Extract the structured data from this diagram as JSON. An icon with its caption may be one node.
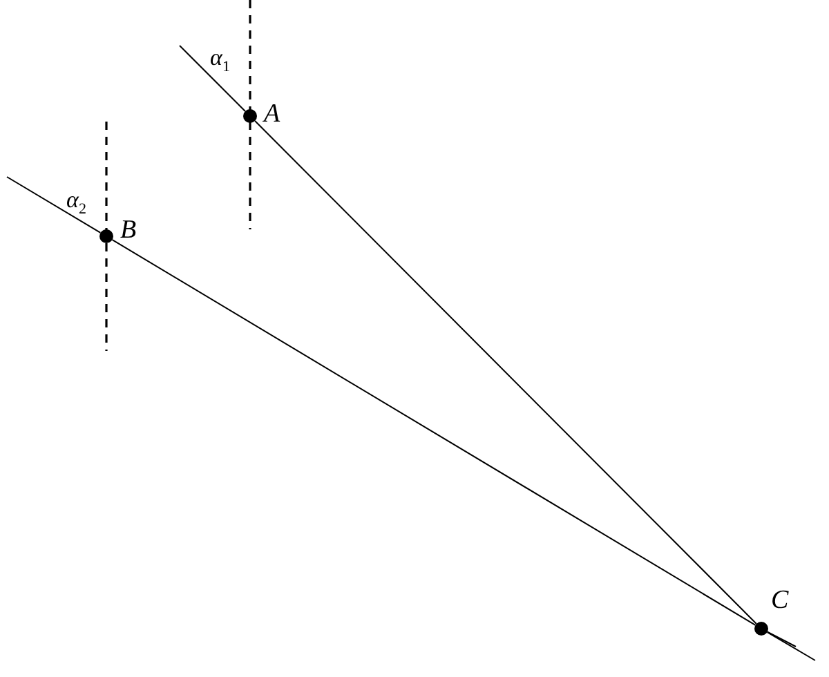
{
  "diagram": {
    "nodes": [
      {
        "text": [
          "A"
        ]
      },
      {
        "text": [
          "B"
        ]
      },
      {
        "text": [
          "C"
        ]
      }
    ],
    "edges": [
      {
        "from": 0,
        "to": 2,
        "arrow": "none"
      },
      {
        "from": 1,
        "to": 2,
        "arrow": "none"
      }
    ],
    "labels": [
      "α$_{1}$",
      "α$_{2}$"
    ]
  }
}
